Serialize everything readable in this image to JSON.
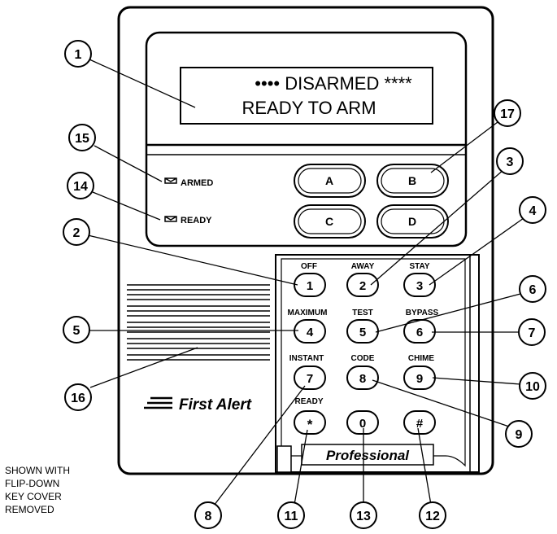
{
  "display": {
    "line1": "•••• DISARMED ****",
    "line2": "READY TO ARM"
  },
  "indicators": {
    "armed": "ARMED",
    "ready": "READY"
  },
  "function_keys": [
    "A",
    "B",
    "C",
    "D"
  ],
  "keypad": [
    {
      "label": "OFF",
      "key": "1"
    },
    {
      "label": "AWAY",
      "key": "2"
    },
    {
      "label": "STAY",
      "key": "3"
    },
    {
      "label": "MAXIMUM",
      "key": "4"
    },
    {
      "label": "TEST",
      "key": "5"
    },
    {
      "label": "BYPASS",
      "key": "6"
    },
    {
      "label": "INSTANT",
      "key": "7"
    },
    {
      "label": "CODE",
      "key": "8"
    },
    {
      "label": "CHIME",
      "key": "9"
    },
    {
      "label": "READY",
      "key": "*"
    },
    {
      "label": "",
      "key": "0"
    },
    {
      "label": "",
      "key": "#"
    }
  ],
  "brand": "First Alert",
  "professional": "Professional",
  "note": [
    "SHOWN WITH",
    "FLIP-DOWN",
    "KEY COVER",
    "REMOVED"
  ],
  "callouts": [
    "1",
    "2",
    "3",
    "4",
    "5",
    "6",
    "7",
    "8",
    "9",
    "10",
    "11",
    "12",
    "13",
    "14",
    "15",
    "16",
    "17"
  ]
}
